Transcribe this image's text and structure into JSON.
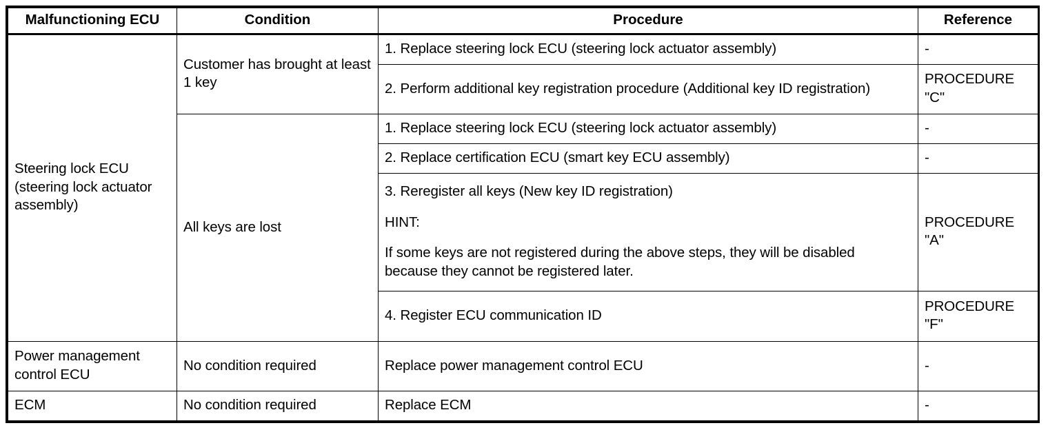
{
  "table": {
    "headers": {
      "ecu": "Malfunctioning ECU",
      "condition": "Condition",
      "procedure": "Procedure",
      "reference": "Reference"
    },
    "groups": [
      {
        "ecu": "Steering lock ECU (steering lock actuator assembly)",
        "conditions": [
          {
            "condition": "Customer has brought at least 1 key",
            "rows": [
              {
                "procedure": "1. Replace steering lock ECU (steering lock actuator assembly)",
                "reference": "-"
              },
              {
                "procedure": "2. Perform additional key registration procedure (Additional key ID registration)",
                "reference": "PROCEDURE \"C\""
              }
            ]
          },
          {
            "condition": "All keys are lost",
            "rows": [
              {
                "procedure": "1. Replace steering lock ECU (steering lock actuator assembly)",
                "reference": "-"
              },
              {
                "procedure": "2. Replace certification ECU (smart key ECU assembly)",
                "reference": "-"
              },
              {
                "procedure_lines": [
                  "3. Reregister all keys (New key ID registration)",
                  "HINT:",
                  "If some keys are not registered during the above steps, they will be disabled because they cannot be registered later."
                ],
                "reference": "PROCEDURE \"A\""
              },
              {
                "procedure": "4. Register ECU communication ID",
                "reference": "PROCEDURE \"F\""
              }
            ]
          }
        ]
      },
      {
        "ecu": "Power management control ECU",
        "conditions": [
          {
            "condition": "No condition required",
            "rows": [
              {
                "procedure": "Replace power management control ECU",
                "reference": "-"
              }
            ]
          }
        ]
      },
      {
        "ecu": "ECM",
        "conditions": [
          {
            "condition": "No condition required",
            "rows": [
              {
                "procedure": "Replace ECM",
                "reference": "-"
              }
            ]
          }
        ]
      }
    ],
    "hint_lines": {
      "step3": "3. Reregister all keys (New key ID registration)",
      "hint_label": "HINT:",
      "hint_body": "If some keys are not registered during the above steps, they will be disabled because they cannot be registered later."
    }
  }
}
